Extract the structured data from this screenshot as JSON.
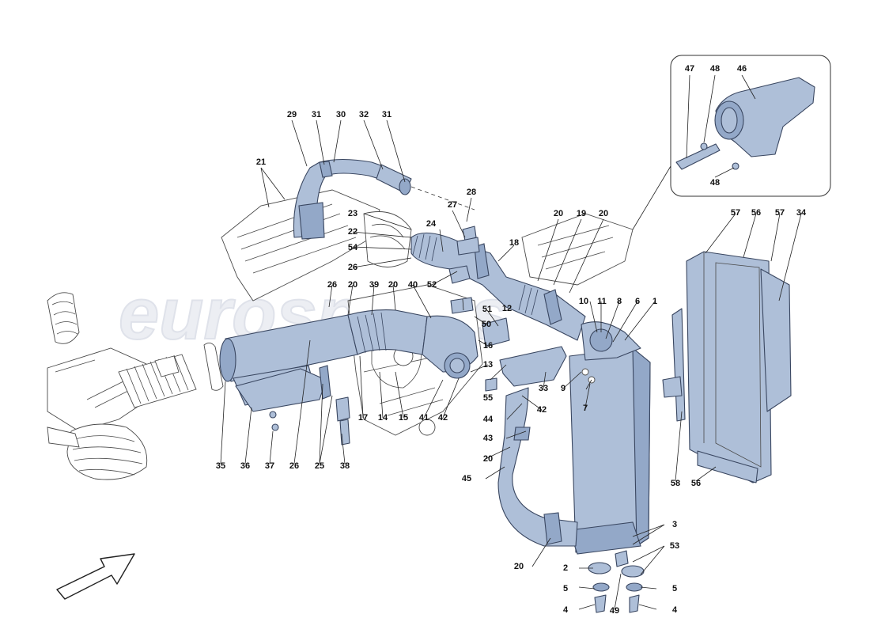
{
  "watermark": {
    "text": "eurospares"
  },
  "inset": {
    "labels": [
      "47",
      "48",
      "46",
      "48"
    ]
  },
  "orientation_arrow": {
    "icon": "direction-arrow-icon"
  },
  "callouts": {
    "c1": "29",
    "c2": "31",
    "c3": "30",
    "c4": "32",
    "c5": "31",
    "c6": "21",
    "c7": "28",
    "c8": "27",
    "c9": "23",
    "c10": "24",
    "c11": "22",
    "c12": "54",
    "c13": "26",
    "c14": "18",
    "c15": "20",
    "c16": "19",
    "c17": "20",
    "c18": "26",
    "c19": "20",
    "c20": "39",
    "c21": "20",
    "c22": "40",
    "c23": "52",
    "c24": "51",
    "c25": "12",
    "c26": "50",
    "c27": "10",
    "c28": "11",
    "c29": "8",
    "c30": "6",
    "c31": "1",
    "c32": "16",
    "c33": "13",
    "c34": "9",
    "c35": "55",
    "c36": "33",
    "c37": "7",
    "c38": "42",
    "c39": "44",
    "c40": "43",
    "c41": "20",
    "c42": "45",
    "c43": "17",
    "c44": "14",
    "c45": "15",
    "c46": "41",
    "c47": "42",
    "c48": "35",
    "c49": "36",
    "c50": "37",
    "c51": "26",
    "c52": "25",
    "c53": "38",
    "c54": "57",
    "c55": "56",
    "c56": "57",
    "c57": "34",
    "c58": "58",
    "c59": "56",
    "c60": "3",
    "c61": "53",
    "c62": "2",
    "c63": "5",
    "c64": "49",
    "c65": "5",
    "c66": "4",
    "c67": "4",
    "c68": "20"
  }
}
